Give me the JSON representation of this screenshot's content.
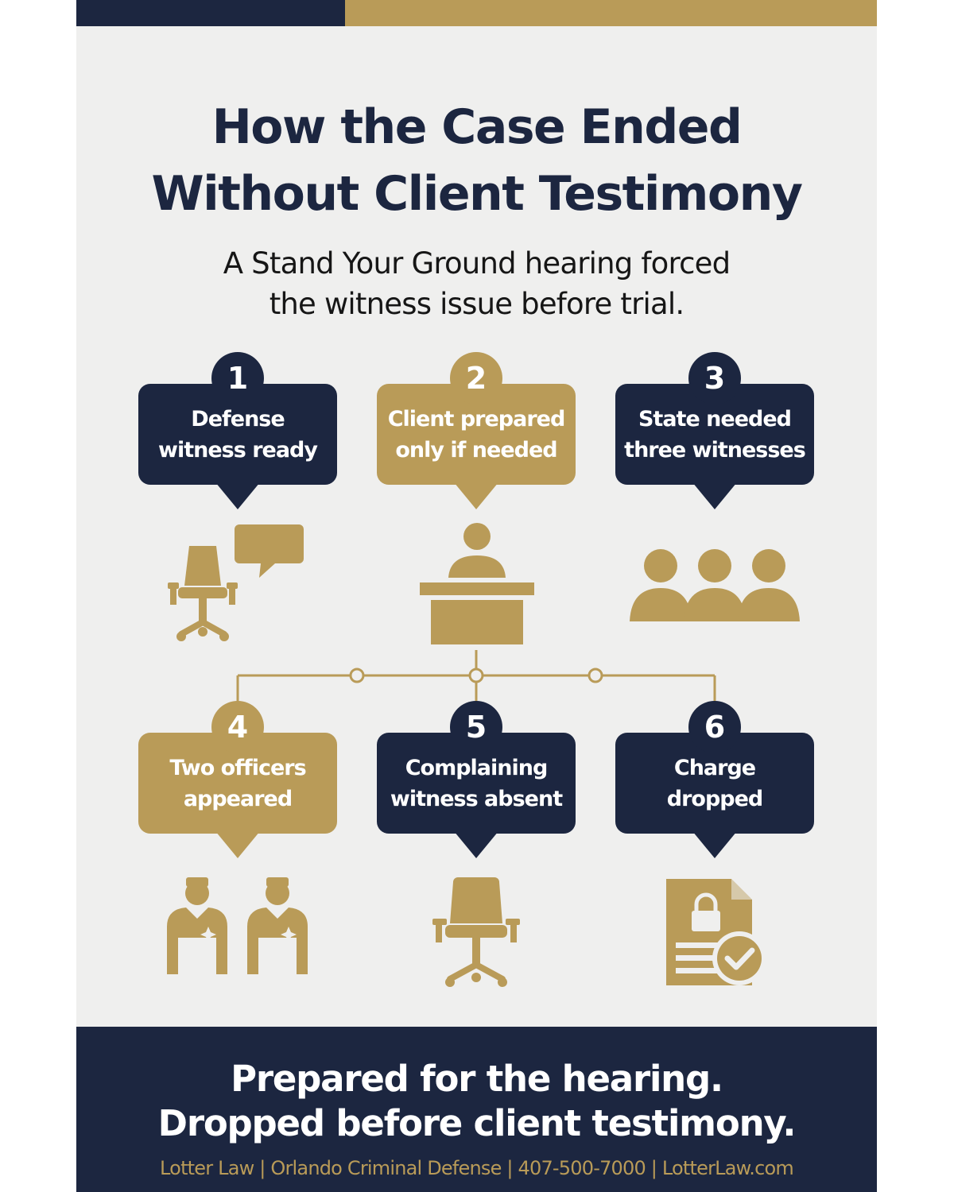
{
  "title": {
    "line1": "How the Case Ended",
    "line2": "Without Client Testimony"
  },
  "subtitle": {
    "line1": "A Stand Your Ground hearing forced",
    "line2": "the witness issue before trial."
  },
  "steps": [
    {
      "number": "1",
      "line1": "Defense",
      "line2": "witness ready",
      "icon": "chair-speech-icon"
    },
    {
      "number": "2",
      "line1": "Client prepared",
      "line2": "only if needed",
      "icon": "podium-speaker-icon"
    },
    {
      "number": "3",
      "line1": "State needed",
      "line2": "three witnesses",
      "icon": "three-people-icon"
    },
    {
      "number": "4",
      "line1": "Two officers",
      "line2": "appeared",
      "icon": "two-officers-icon"
    },
    {
      "number": "5",
      "line1": "Complaining",
      "line2": "witness absent",
      "icon": "empty-chair-icon"
    },
    {
      "number": "6",
      "line1": "Charge",
      "line2": "dropped",
      "icon": "document-check-icon"
    }
  ],
  "footer": {
    "line1": "Prepared for the hearing.",
    "line2": "Dropped before client testimony.",
    "contact": "Lotter Law | Orlando Criminal Defense | 407-500-7000 | LotterLaw.com"
  },
  "colors": {
    "navy": "#1c2640",
    "gold": "#b99b58",
    "background": "#efefee"
  }
}
